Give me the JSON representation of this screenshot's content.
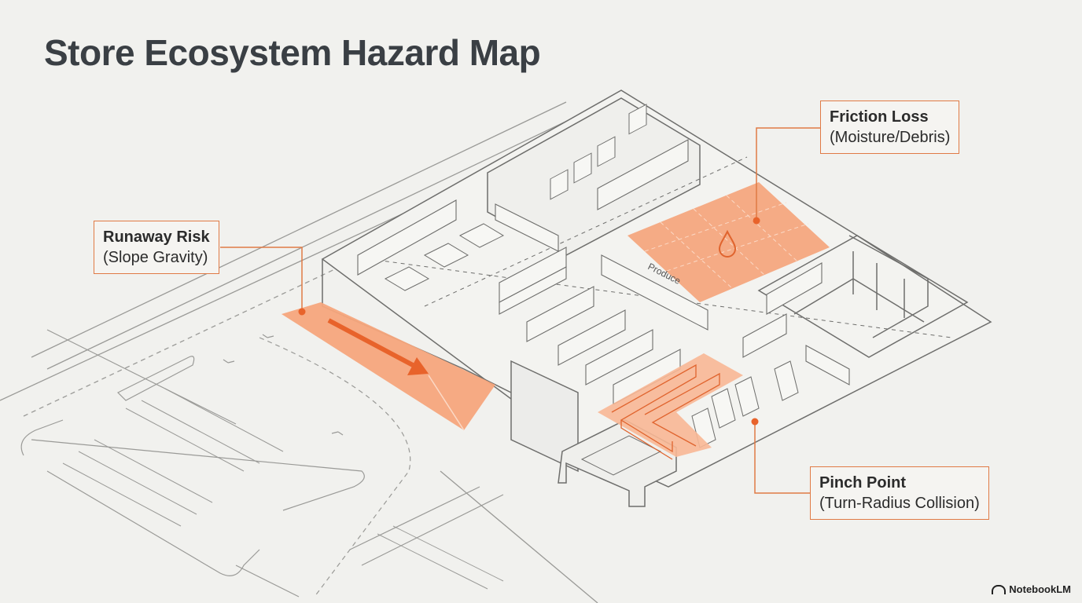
{
  "title": "Store Ecosystem Hazard Map",
  "accent_color": "#f29a6c",
  "line_color": "#7a7a78",
  "floor_label": "Produce",
  "callouts": {
    "runaway": {
      "heading": "Runaway Risk",
      "sub": "(Slope Gravity)"
    },
    "friction": {
      "heading": "Friction Loss",
      "sub": "(Moisture/Debris)"
    },
    "pinch": {
      "heading": "Pinch Point",
      "sub": "(Turn-Radius Collision)"
    }
  },
  "brand": "NotebookLM",
  "icons": [
    "water-drop-icon",
    "downhill-arrow-icon",
    "notebooklm-logo-icon"
  ]
}
